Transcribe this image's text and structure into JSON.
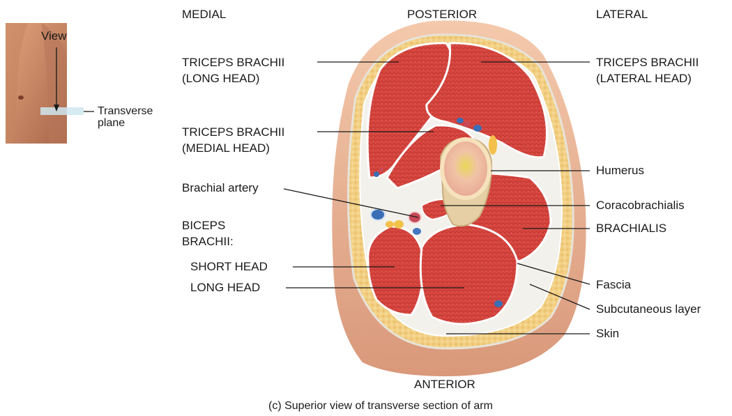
{
  "orientation": {
    "medial": "MEDIAL",
    "posterior": "POSTERIOR",
    "lateral": "LATERAL",
    "anterior": "ANTERIOR"
  },
  "inset": {
    "view": "View",
    "plane_line1": "Transverse",
    "plane_line2": "plane"
  },
  "labels": {
    "triceps_long_l1": "TRICEPS BRACHII",
    "triceps_long_l2": "(LONG HEAD)",
    "triceps_medial_l1": "TRICEPS BRACHII",
    "triceps_medial_l2": "(MEDIAL HEAD)",
    "brachial_artery": "Brachial artery",
    "biceps_l1": "BICEPS",
    "biceps_l2": "BRACHII:",
    "short_head": "SHORT HEAD",
    "long_head": "LONG HEAD",
    "triceps_lateral_l1": "TRICEPS BRACHII",
    "triceps_lateral_l2": "(LATERAL HEAD)",
    "humerus": "Humerus",
    "coracobrachialis": "Coracobrachialis",
    "brachialis": "BRACHIALIS",
    "fascia": "Fascia",
    "subcutaneous": "Subcutaneous layer",
    "skin": "Skin"
  },
  "caption": "(c) Superior view of transverse section of arm"
}
